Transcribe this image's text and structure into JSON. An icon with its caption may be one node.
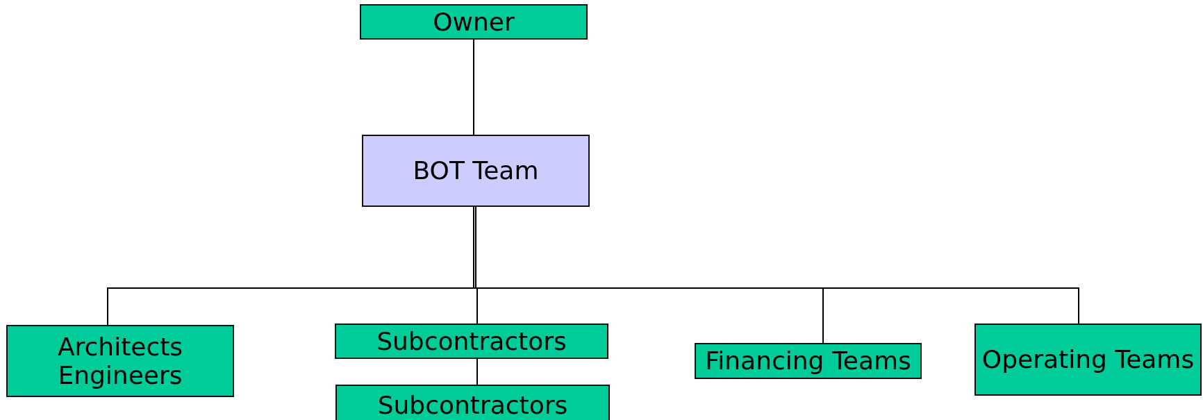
{
  "diagram": {
    "nodes": [
      {
        "text": [
          "Owner"
        ]
      },
      {
        "text": [
          "BOT Team"
        ]
      },
      {
        "text": [
          "Architects Engineers"
        ]
      },
      {
        "text": [
          "Subcontractors"
        ]
      },
      {
        "text": [
          "Subcontractors"
        ]
      },
      {
        "text": [
          "Financing Teams"
        ]
      },
      {
        "text": [
          "Operating Teams"
        ]
      }
    ],
    "edges": [
      {
        "from": 0,
        "to": 1,
        "arrow": "none"
      },
      {
        "from": 1,
        "to": 2,
        "arrow": "none"
      },
      {
        "from": 1,
        "to": 3,
        "arrow": "none"
      },
      {
        "from": 1,
        "to": 5,
        "arrow": "none"
      },
      {
        "from": 1,
        "to": 6,
        "arrow": "none"
      },
      {
        "from": 3,
        "to": 4,
        "arrow": "none"
      }
    ]
  }
}
